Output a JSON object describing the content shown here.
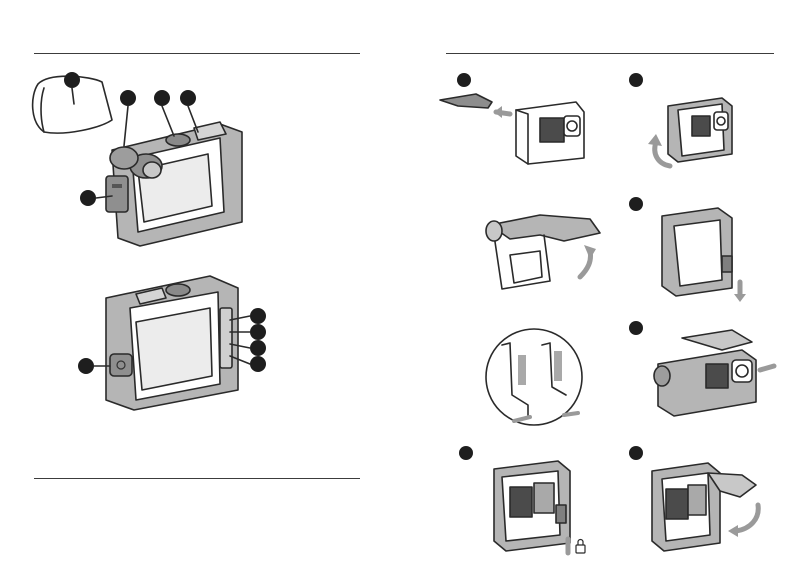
{
  "document": {
    "left_page": {
      "rules": 3,
      "parts_view_top_callouts": 5,
      "parts_view_bottom_callouts": 5
    },
    "right_page": {
      "steps": 8,
      "icons": [
        "arrow-icon",
        "rotate-arrow-icon",
        "lock-icon"
      ]
    }
  },
  "colors": {
    "stroke": "#2a2a2a",
    "frame_fill": "#a9a9a9",
    "frame_dark": "#7f7f7f",
    "lens_dark": "#4b4b4b",
    "arrow_gray": "#9a9a9a",
    "background": "#ffffff"
  }
}
